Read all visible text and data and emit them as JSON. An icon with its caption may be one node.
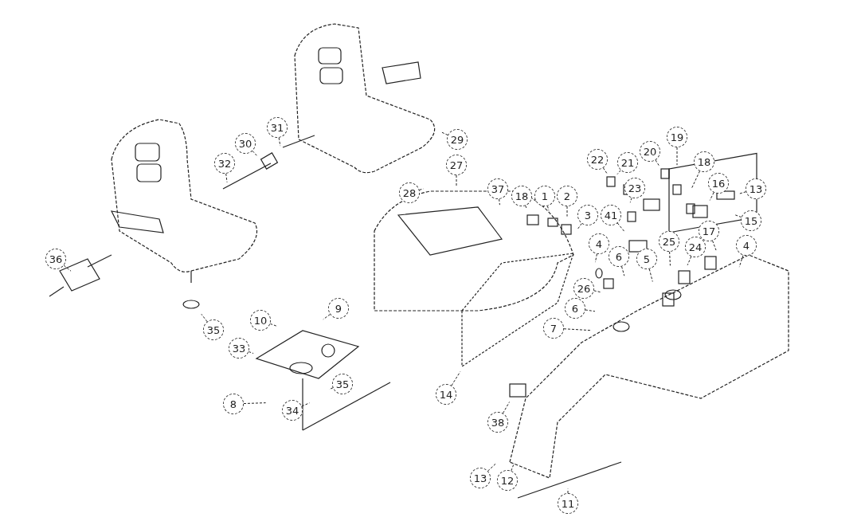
{
  "diagram": {
    "nodes": [
      {
        "text": [
          "36"
        ]
      },
      {
        "text": [
          "35"
        ]
      },
      {
        "text": [
          "32"
        ]
      },
      {
        "text": [
          "30"
        ]
      },
      {
        "text": [
          "31"
        ]
      },
      {
        "text": [
          "29"
        ]
      },
      {
        "text": [
          "28"
        ]
      },
      {
        "text": [
          "27"
        ]
      },
      {
        "text": [
          "37"
        ]
      },
      {
        "text": [
          "18"
        ]
      },
      {
        "text": [
          "1"
        ]
      },
      {
        "text": [
          "2"
        ]
      },
      {
        "text": [
          "3"
        ]
      },
      {
        "text": [
          "4"
        ]
      },
      {
        "text": [
          "22"
        ]
      },
      {
        "text": [
          "21"
        ]
      },
      {
        "text": [
          "23"
        ]
      },
      {
        "text": [
          "20"
        ]
      },
      {
        "text": [
          "19"
        ]
      },
      {
        "text": [
          "18"
        ]
      },
      {
        "text": [
          "16"
        ]
      },
      {
        "text": [
          "13"
        ]
      },
      {
        "text": [
          "15"
        ]
      },
      {
        "text": [
          "41"
        ]
      },
      {
        "text": [
          "17"
        ]
      },
      {
        "text": [
          "24"
        ]
      },
      {
        "text": [
          "4"
        ]
      },
      {
        "text": [
          "25"
        ]
      },
      {
        "text": [
          "5"
        ]
      },
      {
        "text": [
          "6"
        ]
      },
      {
        "text": [
          "26"
        ]
      },
      {
        "text": [
          "6"
        ]
      },
      {
        "text": [
          "7"
        ]
      },
      {
        "text": [
          "10"
        ]
      },
      {
        "text": [
          "9"
        ]
      },
      {
        "text": [
          "33"
        ]
      },
      {
        "text": [
          "35"
        ]
      },
      {
        "text": [
          "8"
        ]
      },
      {
        "text": [
          "34"
        ]
      },
      {
        "text": [
          "14"
        ]
      },
      {
        "text": [
          "38"
        ]
      },
      {
        "text": [
          "13"
        ]
      },
      {
        "text": [
          "12"
        ]
      },
      {
        "text": [
          "11"
        ]
      }
    ],
    "edges": [
      {
        "from": 0,
        "to": null,
        "arrow": "none"
      },
      {
        "from": 1,
        "to": null,
        "arrow": "none"
      },
      {
        "from": 2,
        "to": null,
        "arrow": "none"
      },
      {
        "from": 3,
        "to": null,
        "arrow": "none"
      },
      {
        "from": 4,
        "to": null,
        "arrow": "none"
      },
      {
        "from": 5,
        "to": null,
        "arrow": "none"
      },
      {
        "from": 6,
        "to": null,
        "arrow": "none"
      },
      {
        "from": 7,
        "to": null,
        "arrow": "none"
      },
      {
        "from": 8,
        "to": null,
        "arrow": "none"
      },
      {
        "from": 9,
        "to": null,
        "arrow": "none"
      },
      {
        "from": 10,
        "to": null,
        "arrow": "none"
      },
      {
        "from": 11,
        "to": null,
        "arrow": "none"
      },
      {
        "from": 12,
        "to": null,
        "arrow": "none"
      },
      {
        "from": 13,
        "to": null,
        "arrow": "none"
      },
      {
        "from": 14,
        "to": null,
        "arrow": "none"
      },
      {
        "from": 15,
        "to": null,
        "arrow": "none"
      },
      {
        "from": 16,
        "to": null,
        "arrow": "none"
      },
      {
        "from": 17,
        "to": null,
        "arrow": "none"
      },
      {
        "from": 18,
        "to": null,
        "arrow": "none"
      },
      {
        "from": 19,
        "to": null,
        "arrow": "none"
      },
      {
        "from": 20,
        "to": null,
        "arrow": "none"
      },
      {
        "from": 21,
        "to": null,
        "arrow": "none"
      },
      {
        "from": 22,
        "to": null,
        "arrow": "none"
      },
      {
        "from": 23,
        "to": null,
        "arrow": "none"
      },
      {
        "from": 24,
        "to": null,
        "arrow": "none"
      },
      {
        "from": 25,
        "to": null,
        "arrow": "none"
      },
      {
        "from": 26,
        "to": null,
        "arrow": "none"
      },
      {
        "from": 27,
        "to": null,
        "arrow": "none"
      },
      {
        "from": 28,
        "to": null,
        "arrow": "none"
      },
      {
        "from": 29,
        "to": null,
        "arrow": "none"
      },
      {
        "from": 30,
        "to": null,
        "arrow": "none"
      },
      {
        "from": 31,
        "to": null,
        "arrow": "none"
      },
      {
        "from": 32,
        "to": null,
        "arrow": "none"
      },
      {
        "from": 33,
        "to": null,
        "arrow": "none"
      },
      {
        "from": 34,
        "to": null,
        "arrow": "none"
      },
      {
        "from": 35,
        "to": null,
        "arrow": "none"
      },
      {
        "from": 36,
        "to": null,
        "arrow": "none"
      },
      {
        "from": 37,
        "to": null,
        "arrow": "none"
      },
      {
        "from": 38,
        "to": null,
        "arrow": "none"
      },
      {
        "from": 39,
        "to": null,
        "arrow": "none"
      },
      {
        "from": 40,
        "to": null,
        "arrow": "none"
      },
      {
        "from": 41,
        "to": null,
        "arrow": "none"
      },
      {
        "from": 42,
        "to": null,
        "arrow": "none"
      },
      {
        "from": 43,
        "to": null,
        "arrow": "none"
      }
    ]
  }
}
